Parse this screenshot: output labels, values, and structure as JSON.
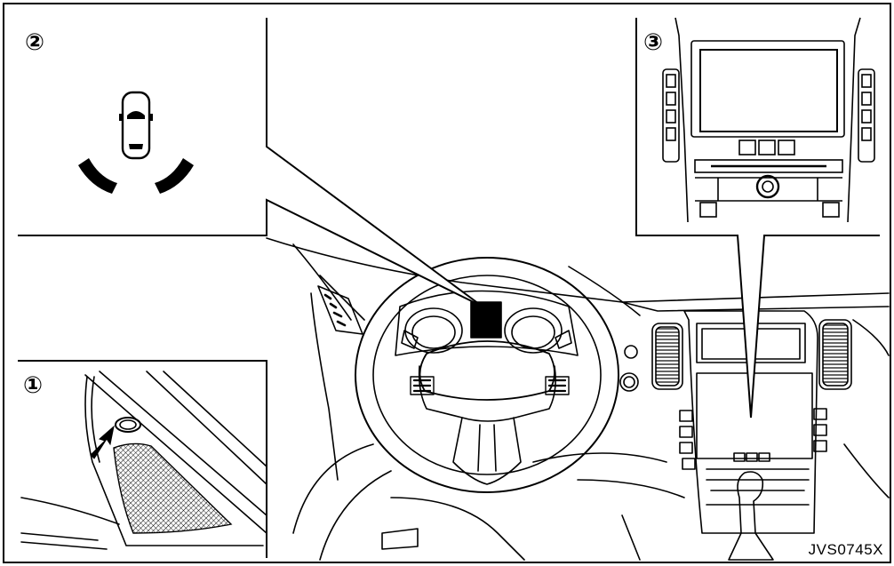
{
  "figure": {
    "code": "JVS0745X",
    "callouts": {
      "one": "①",
      "two": "②",
      "three": "③"
    },
    "icons": {
      "sensor_indicator": "parking-sensor-car-icon",
      "pointer": "arrow-pointer-icon",
      "control_knob": "knob-icon"
    },
    "colors": {
      "line": "#000000",
      "background": "#ffffff"
    }
  }
}
